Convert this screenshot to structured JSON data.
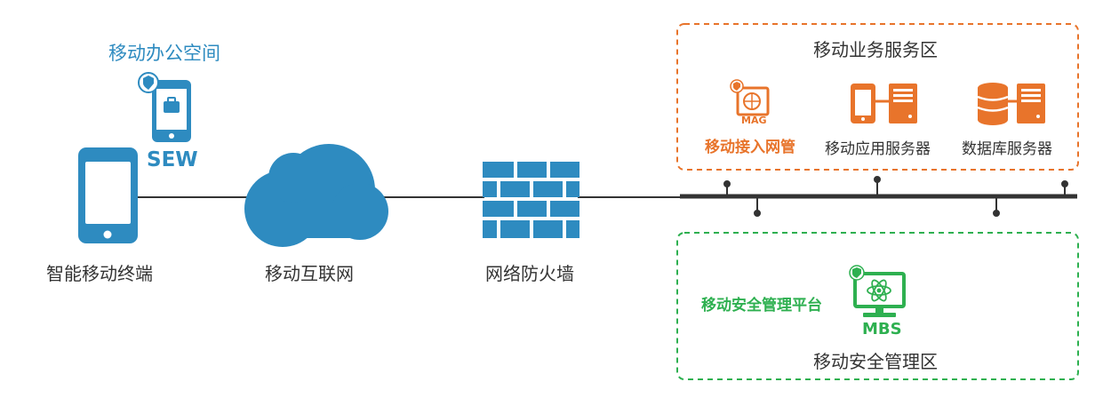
{
  "mobile_office": {
    "title": "移动办公空间",
    "badge": "SEW"
  },
  "terminal": {
    "label": "智能移动终端"
  },
  "internet": {
    "label": "移动互联网"
  },
  "firewall": {
    "label": "网络防火墙"
  },
  "service_zone": {
    "title": "移动业务服务区",
    "mag_badge": "MAG",
    "items": [
      {
        "label": "移动接入网管"
      },
      {
        "label": "移动应用服务器"
      },
      {
        "label": "数据库服务器"
      }
    ]
  },
  "security_zone": {
    "title": "移动安全管理区",
    "platform_label": "移动安全管理平台",
    "mbs_badge": "MBS"
  },
  "colors": {
    "blue": "#2e8bc0",
    "orange": "#e8742b",
    "green": "#2eb050",
    "line": "#333333"
  }
}
